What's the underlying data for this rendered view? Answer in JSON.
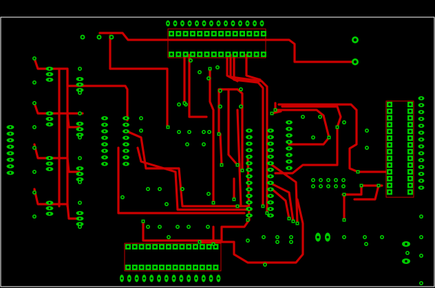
{
  "app": {
    "title": ""
  },
  "colors": {
    "background": "#000000",
    "board_outline": "#ffffff",
    "trace": "#cc0000",
    "pad": "#00cc00",
    "drill": "#000000",
    "silkscreen": "#cc0000"
  },
  "layers": [
    {
      "id": "outline",
      "label": ""
    },
    {
      "id": "traces",
      "label": ""
    },
    {
      "id": "pads",
      "label": ""
    },
    {
      "id": "silkscreen",
      "label": ""
    }
  ]
}
